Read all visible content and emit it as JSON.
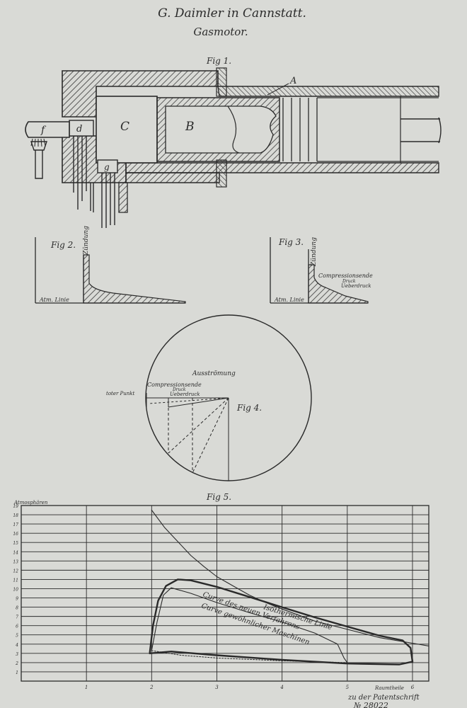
{
  "header": {
    "title": "G. Daimler in Cannstatt.",
    "subtitle": "Gasmotor."
  },
  "fig1": {
    "caption": "Fig 1.",
    "labels": {
      "A": "A",
      "B": "B",
      "C": "C",
      "d": "d",
      "f": "f",
      "g": "g"
    }
  },
  "fig2": {
    "caption": "Fig 2.",
    "zundung": "Zündung",
    "atm": "Atm. Linie"
  },
  "fig3": {
    "caption": "Fig 3.",
    "zundung": "Zündung",
    "compression": "Compressionsende",
    "druck": "Druck",
    "ueberdruck": "Ueberdruck",
    "atm": "Atm. Linie"
  },
  "fig4": {
    "caption": "Fig 4.",
    "ausstromung": "Ausströmung",
    "totpunkt": "toter Punkt",
    "compression": "Compressionsende",
    "druck": "Druck",
    "ueberdruck": "Ueberdruck"
  },
  "fig5": {
    "caption": "Fig 5.",
    "ylabel": "Atmosphären",
    "xlabel": "Raumtheile",
    "curve_labels": {
      "new": "Curve des neuen Verfahrens",
      "gewoehnlich": "Curve gewöhnlicher Maschinen",
      "isotherm": "Isothermische Linie"
    }
  },
  "footer": {
    "line1": "zu der Patentschrift",
    "line2": "№ 28022"
  },
  "chart_data": {
    "type": "line",
    "title": "Fig 5.",
    "ylabel": "Atmosphären",
    "xlabel": "Raumtheile",
    "xlim": [
      0,
      6.25
    ],
    "ylim": [
      0,
      19
    ],
    "x_ticks": [
      1,
      2,
      3,
      4,
      5,
      6
    ],
    "y_ticks": [
      1,
      2,
      3,
      4,
      5,
      6,
      7,
      8,
      9,
      10,
      11,
      12,
      13,
      14,
      15,
      16,
      17,
      18,
      19
    ],
    "grid": true,
    "series": [
      {
        "name": "Isothermische Linie",
        "style": "thin",
        "points": [
          [
            2.0,
            18.5
          ],
          [
            2.2,
            16.6
          ],
          [
            2.4,
            15.1
          ],
          [
            2.6,
            13.6
          ],
          [
            2.8,
            12.4
          ],
          [
            3.0,
            11.3
          ],
          [
            3.25,
            10.3
          ],
          [
            3.5,
            9.3
          ],
          [
            3.75,
            8.5
          ],
          [
            4.0,
            7.8
          ],
          [
            4.5,
            6.5
          ],
          [
            5.0,
            5.6
          ],
          [
            5.5,
            4.7
          ],
          [
            6.0,
            4.1
          ],
          [
            6.25,
            3.8
          ]
        ]
      },
      {
        "name": "Curve des neuen Verfahrens",
        "style": "heavy",
        "points": [
          [
            1.97,
            3.0
          ],
          [
            2.02,
            6.0
          ],
          [
            2.1,
            8.7
          ],
          [
            2.22,
            10.3
          ],
          [
            2.4,
            11.0
          ],
          [
            2.6,
            10.9
          ],
          [
            3.0,
            10.2
          ],
          [
            3.5,
            9.1
          ],
          [
            4.0,
            8.0
          ],
          [
            4.5,
            6.9
          ],
          [
            5.0,
            5.9
          ],
          [
            5.5,
            4.9
          ],
          [
            5.85,
            4.4
          ],
          [
            5.97,
            3.6
          ],
          [
            6.0,
            2.1
          ],
          [
            5.8,
            1.8
          ],
          [
            5.0,
            1.9
          ],
          [
            4.0,
            2.3
          ],
          [
            3.0,
            2.8
          ],
          [
            2.3,
            3.2
          ],
          [
            1.97,
            3.0
          ]
        ]
      },
      {
        "name": "Curve gewöhnlicher Maschinen",
        "style": "thin",
        "points": [
          [
            2.0,
            3.3
          ],
          [
            2.08,
            6.3
          ],
          [
            2.18,
            9.3
          ],
          [
            2.3,
            10.1
          ],
          [
            2.6,
            9.5
          ],
          [
            3.0,
            8.5
          ],
          [
            3.5,
            7.4
          ],
          [
            4.0,
            6.4
          ],
          [
            4.5,
            5.2
          ],
          [
            4.85,
            4.0
          ],
          [
            4.95,
            2.5
          ],
          [
            5.0,
            2.0
          ]
        ]
      },
      {
        "name": "",
        "style": "thin-dotted",
        "points": [
          [
            2.0,
            3.3
          ],
          [
            2.45,
            2.8
          ],
          [
            3.0,
            2.5
          ],
          [
            4.0,
            2.2
          ],
          [
            5.0,
            2.0
          ]
        ]
      }
    ]
  }
}
